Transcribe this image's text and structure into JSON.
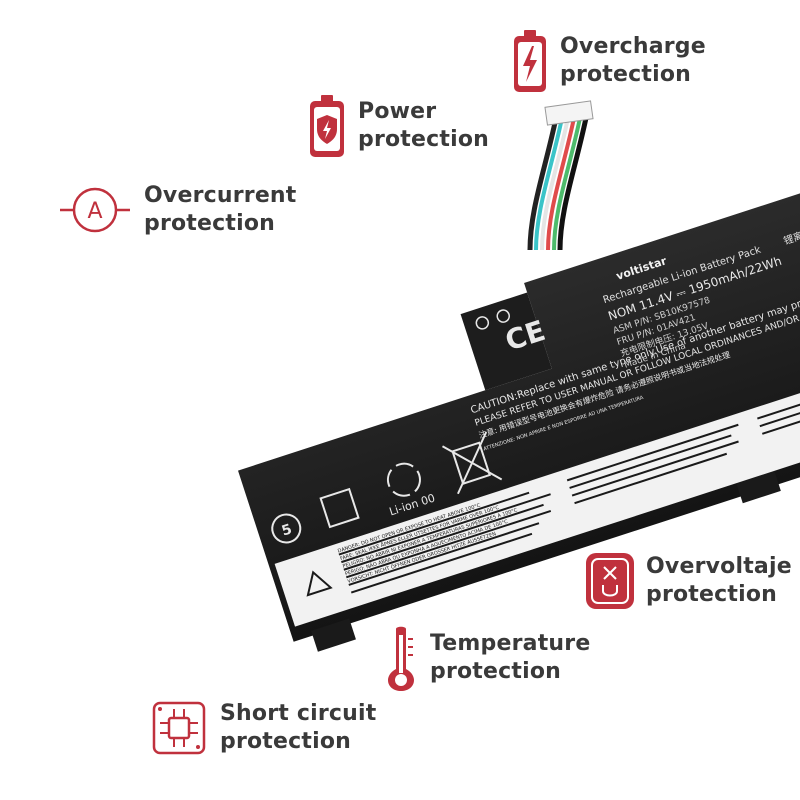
{
  "accent_color": "#c0313d",
  "features": [
    {
      "id": "overcharge",
      "line1": "Overcharge",
      "line2": "protection",
      "icon": "battery-bolt-icon"
    },
    {
      "id": "power",
      "line1": "Power",
      "line2": "protection",
      "icon": "battery-shield-icon"
    },
    {
      "id": "overcurrent",
      "line1": "Overcurrent",
      "line2": "protection",
      "icon": "ampere-circle-icon"
    },
    {
      "id": "overvoltage",
      "line1": "Overvoltaje",
      "line2": "protection",
      "icon": "voltage-icon"
    },
    {
      "id": "temperature",
      "line1": "Temperature",
      "line2": "protection",
      "icon": "thermometer-icon"
    },
    {
      "id": "short_circuit",
      "line1": "Short circuit",
      "line2": "protection",
      "icon": "circuit-chip-icon"
    }
  ],
  "battery": {
    "brand": "voltistar",
    "title": "Rechargeable Li-ion Battery Pack",
    "title_cn": "锂离子电",
    "nom": "NOM 11.4V ⎓ 1950mAh/22Wh",
    "asm": "ASM P/N: SB10K97578",
    "fru": "FRU P/N: 01AV421",
    "limit": "充电限制电压: 13.05V",
    "made": "Made in China",
    "caution1": "CAUTION:Replace with same type only.Use of another battery may present a fire or e",
    "caution2": "PLEASE REFER TO USER MANUAL OR FOLLOW LOCAL ORDINANCES AND/OR REGULATIONS",
    "caution_cn": "注意: 用错误型号电池更换会有爆炸危险 请务必遵照说明书或当地法规处理",
    "li_ion": "Li-ion 00",
    "ce": "CE",
    "recycle_number": "5",
    "danger": "DANGER: DO NOT OPEN OR EXPOSE TO HEAT ABOVE 100°C",
    "fare": "FARE: SKAL IKKE ÅPNES ELLER UTSETTES FOR VARME OVER 100°C",
    "peligro": "PELIGRO: NO ABRIR NI EXPONER A TEMPERATURAS SUPERIORES A 100°C",
    "perigo": "PERIGO: NÃO ABRA OU EXPONHA A AQUECIMENTO ACIMA DE 100°C",
    "vorsicht": "VORSICHT: NICHT ÖFFNEN ODER GROSSER HITZE AUSSETZEN",
    "attention": "ATTENZIONE: NON APRIRE E NON ESPORRE AD UNA TEMPERATURA"
  }
}
